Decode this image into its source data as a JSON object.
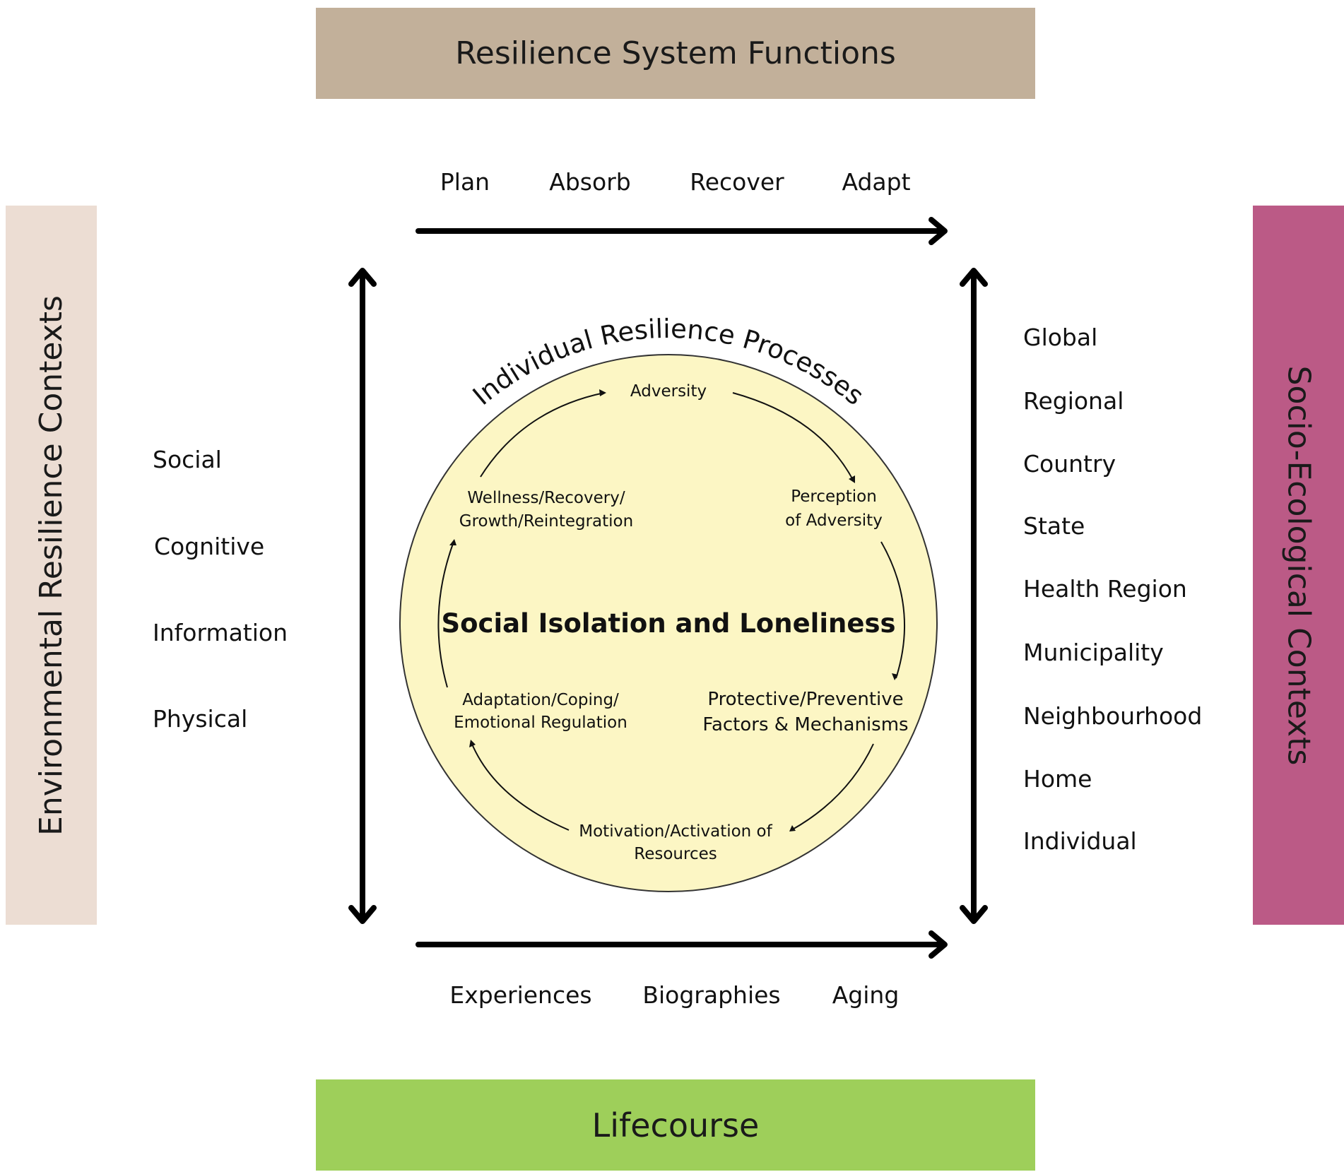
{
  "top_box": {
    "label": "Resilience System Functions",
    "color": "#c2b09a"
  },
  "bottom_box": {
    "label": "Lifecourse",
    "color": "#9ecf5a"
  },
  "left_box": {
    "label": "Environmental Resilience Contexts",
    "color": "#ecddd3"
  },
  "right_box": {
    "label": "Socio-Ecological Contexts",
    "color": "#bb5a86"
  },
  "functions": [
    "Plan",
    "Absorb",
    "Recover",
    "Adapt"
  ],
  "lifecourse": [
    "Experiences",
    "Biographies",
    "Aging"
  ],
  "environmental_contexts": [
    "Social",
    "Cognitive",
    "Information",
    "Physical"
  ],
  "socio_ecological_contexts": [
    "Global",
    "Regional",
    "Country",
    "State",
    "Health Region",
    "Municipality",
    "Neighbourhood",
    "Home",
    "Individual"
  ],
  "circle": {
    "arc_title": "Individual Resilience Processes",
    "center_title": "Social Isolation and Loneliness",
    "fill": "#fcf6c4",
    "steps": {
      "adversity": "Adversity",
      "perception_1": "Perception",
      "perception_2": "of Adversity",
      "protective_1": "Protective/Preventive",
      "protective_2": "Factors & Mechanisms",
      "motivation_1": "Motivation/Activation of",
      "motivation_2": "Resources",
      "adaptation_1": "Adaptation/Coping/",
      "adaptation_2": "Emotional Regulation",
      "wellness_1": "Wellness/Recovery/",
      "wellness_2": "Growth/Reintegration"
    }
  }
}
